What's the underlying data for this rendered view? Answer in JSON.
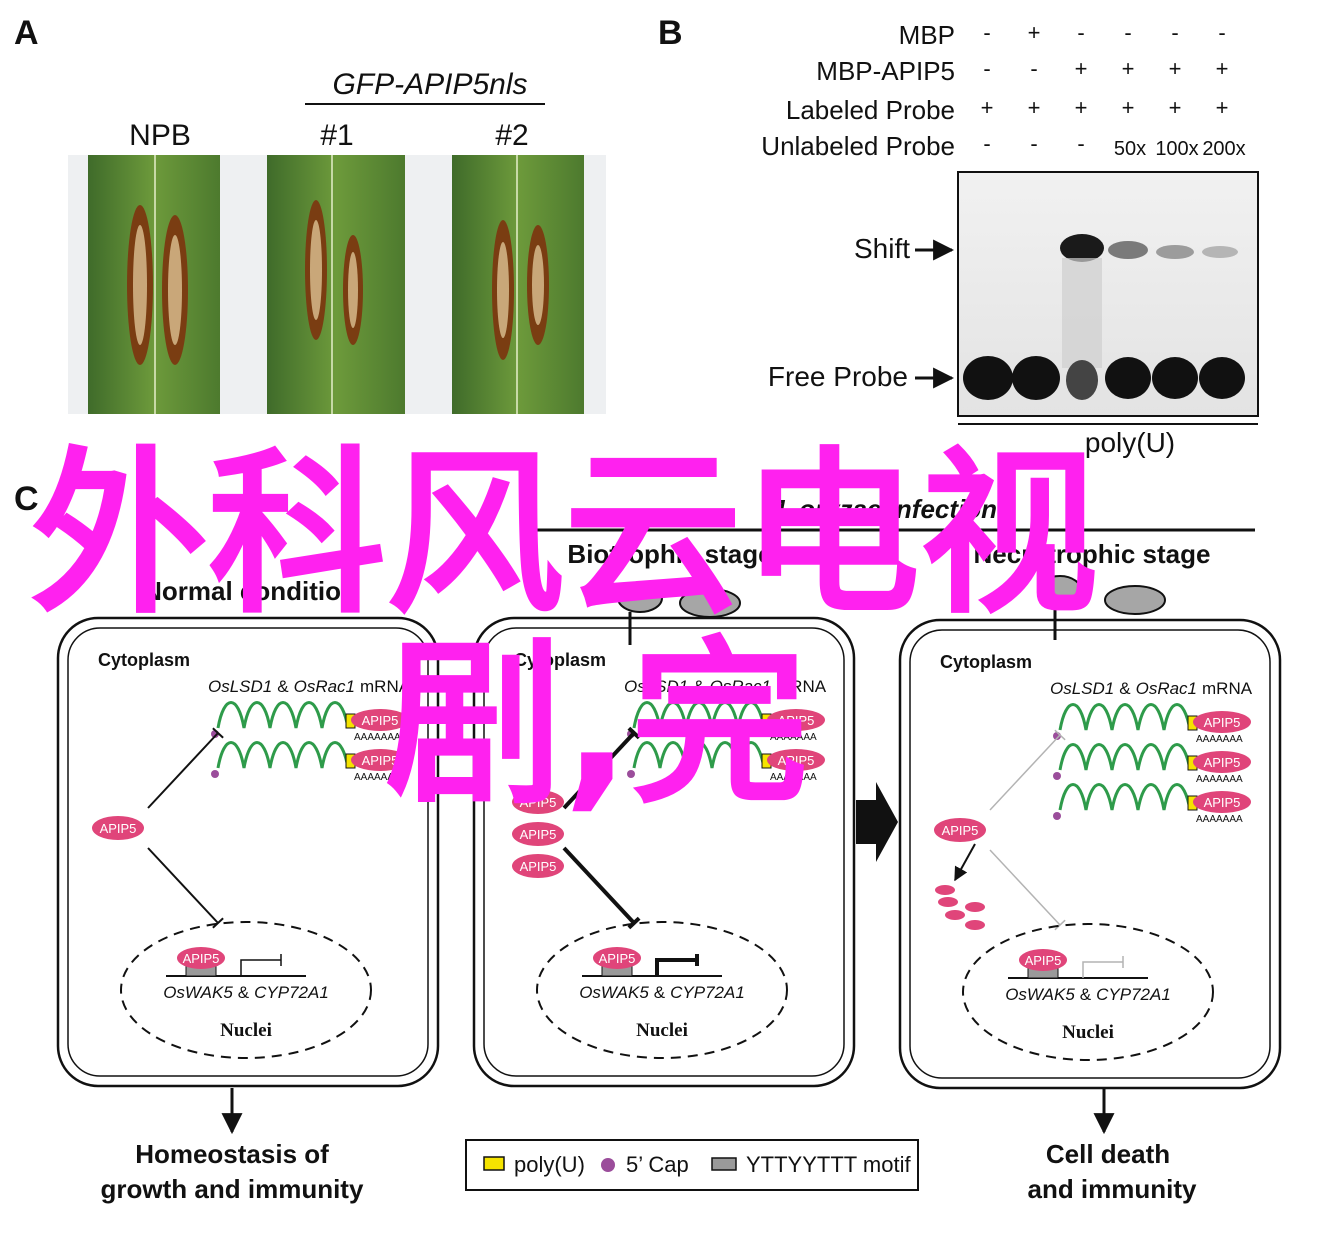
{
  "panel_a": {
    "letter": "A",
    "group_label": "GFP-APIP5nls",
    "leaf_labels": [
      "NPB",
      "#1",
      "#2"
    ]
  },
  "panel_b": {
    "letter": "B",
    "rows": [
      {
        "label": "MBP",
        "values": [
          "-",
          "+",
          "-",
          "-",
          "-",
          "-"
        ]
      },
      {
        "label": "MBP-APIP5",
        "values": [
          "-",
          "-",
          "+",
          "+",
          "+",
          "+"
        ]
      },
      {
        "label": "Labeled Probe",
        "values": [
          "+",
          "+",
          "+",
          "+",
          "+",
          "+"
        ]
      },
      {
        "label": "Unlabeled Probe",
        "values": [
          "-",
          "-",
          "-",
          "50x",
          "100x",
          "200x"
        ]
      }
    ],
    "shift_label": "Shift",
    "free_label": "Free Probe",
    "bottom_label": "poly(U)"
  },
  "panel_c": {
    "letter": "C",
    "header": "M. oryzae infection",
    "normal_label": "Normal condition",
    "biotrophic_label": "Biotrophic stage",
    "necrotrophic_label": "Necrotrophic stage",
    "cytoplasm_label": "Cytoplasm",
    "mrna_gene1": "OsLSD1",
    "mrna_amp": "&",
    "mrna_gene2": "OsRac1",
    "mrna_suffix": "mRNA",
    "apip5": "APIP5",
    "polya": "AAAAAAA",
    "promoter_gene1": "OsWAK5",
    "promoter_gene2": "CYP72A1",
    "nuclei_label": "Nuclei",
    "outcome_left_1": "Homeostasis of",
    "outcome_left_2": "growth and immunity",
    "outcome_right_1": "Cell death",
    "outcome_right_2": "and immunity",
    "legend": {
      "polyu": "poly(U)",
      "cap": "5’ Cap",
      "motif": "YTTYYTTT motif",
      "colors": {
        "polyu": "#f5e400",
        "cap": "#9b4d9b",
        "motif": "#9a9a9a",
        "apip5": "#e0457a",
        "mrna": "#2e9b4a"
      }
    }
  },
  "watermark": {
    "line1": "外科风云电视",
    "line2": "剧,完",
    "color": "#ff21ef"
  }
}
